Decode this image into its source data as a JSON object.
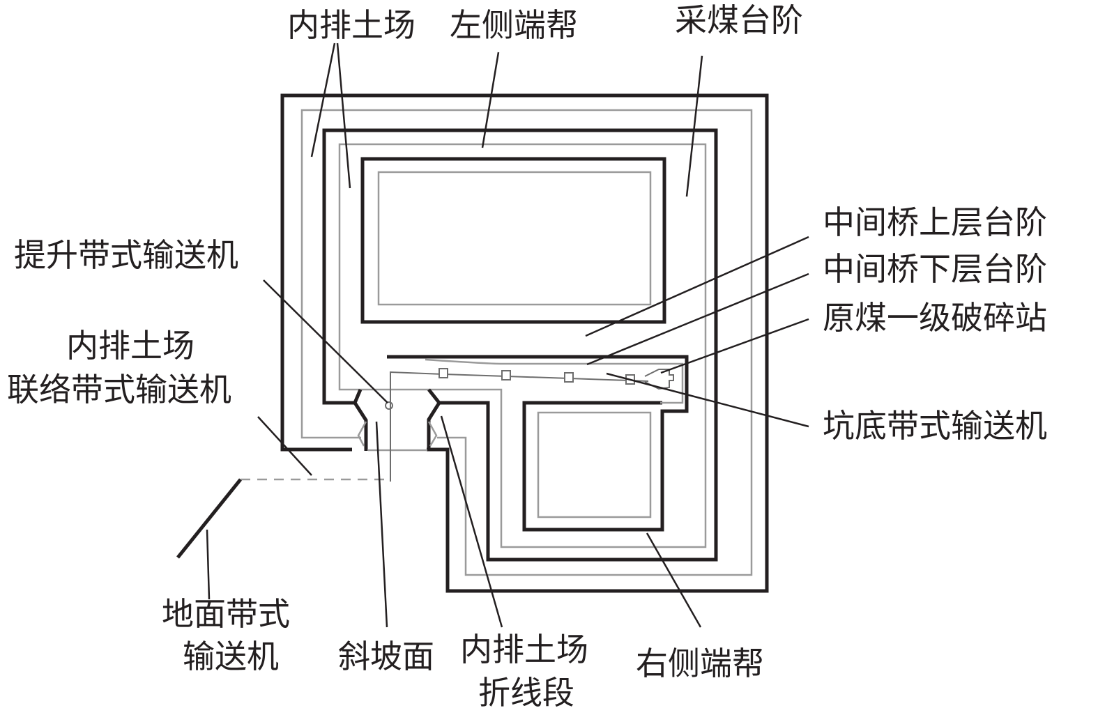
{
  "labels": {
    "dump_top": "内排土场",
    "left_end_wall": "左侧端帮",
    "coal_bench": "采煤台阶",
    "bridge_upper_bench": "中间桥上层台阶",
    "bridge_lower_bench": "中间桥下层台阶",
    "primary_crusher": "原煤一级破碎站",
    "pit_bottom_conveyor": "坑底带式输送机",
    "hoist_conveyor": "提升带式输送机",
    "dump_link_conveyor_line1": "内排土场",
    "dump_link_conveyor_line2": "联络带式输送机",
    "ground_conveyor_line1": "地面带式",
    "ground_conveyor_line2": "输送机",
    "slope_face": "斜坡面",
    "dump_fold_line1": "内排土场",
    "dump_fold_line2": "折线段",
    "right_end_wall": "右侧端帮"
  },
  "colors": {
    "line": "#231f20",
    "gray": "#9a9a9a"
  }
}
